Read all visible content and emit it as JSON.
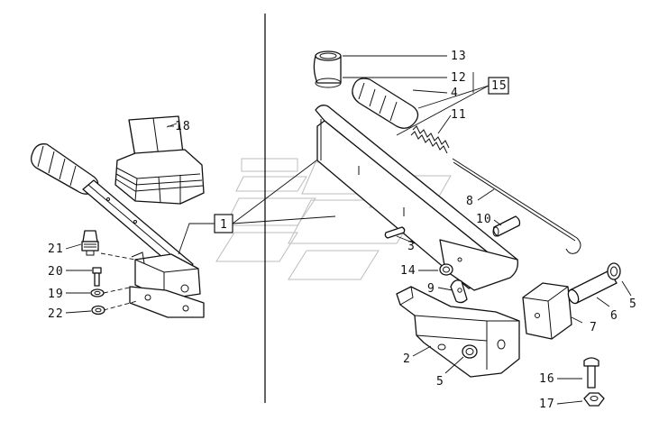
{
  "diagram": {
    "labels": {
      "l1": "1",
      "l2": "2",
      "l3": "3",
      "l4": "4",
      "l5a": "5",
      "l5b": "5",
      "l6": "6",
      "l7": "7",
      "l8": "8",
      "l9": "9",
      "l10": "10",
      "l11": "11",
      "l12": "12",
      "l13": "13",
      "l14": "14",
      "l15": "15",
      "l16": "16",
      "l17": "17",
      "l18": "18",
      "l19": "19",
      "l20": "20",
      "l21": "21",
      "l22": "22"
    },
    "boxed_labels": [
      "1",
      "15"
    ]
  }
}
